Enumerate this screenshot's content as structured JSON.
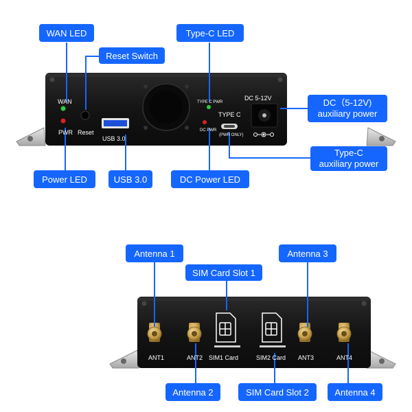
{
  "colors": {
    "callout_bg": "#1566ff",
    "callout_text": "#ffffff",
    "device_body": "#151515",
    "led_green": "#2ecc40",
    "led_red": "#e02020",
    "antenna_gold": "#c9a14a"
  },
  "front_panel": {
    "callouts": {
      "wan_led": "WAN LED",
      "reset_switch": "Reset Switch",
      "typec_led": "Type-C LED",
      "dc_aux_line1": "DC（5-12V)",
      "dc_aux_line2": "auxiliary power",
      "typec_aux_line1": "Type-C",
      "typec_aux_line2": "auxiliary power",
      "power_led": "Power LED",
      "usb30": "USB 3.0",
      "dc_power_led": "DC Power LED"
    },
    "printed": {
      "wan": "WAN",
      "pwr": "PWR",
      "reset": "Reset",
      "usb": "USB  3.0",
      "type_c_pwr": "TYPE C PWR",
      "dc_pwr": "DC PWR",
      "type_c": "TYPE C",
      "pwr_only": "(PWR ONLY)",
      "dc_voltage": "DC 5-12V"
    }
  },
  "rear_panel": {
    "callouts": {
      "antenna1": "Antenna 1",
      "antenna2": "Antenna 2",
      "antenna3": "Antenna 3",
      "antenna4": "Antenna 4",
      "sim1": "SIM Card Slot 1",
      "sim2": "SIM Card Slot 2"
    },
    "printed": {
      "ant1": "ANT1",
      "ant2": "ANT2",
      "ant3": "ANT3",
      "ant4": "ANT4",
      "sim1_card": "SIM1   Card",
      "sim2_card": "SIM2   Card"
    }
  }
}
